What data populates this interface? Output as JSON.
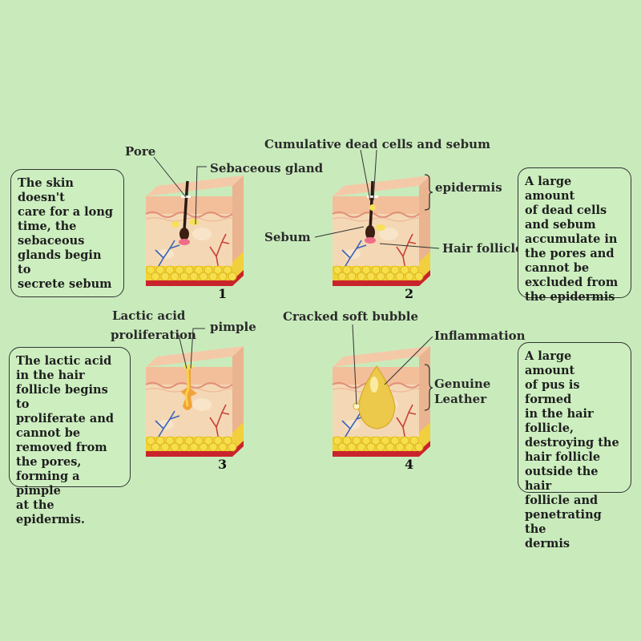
{
  "colors": {
    "background": "#c9ebbc",
    "skin_top": "#f2bf9a",
    "skin_side": "#f4d8b5",
    "fat": "#f3d233",
    "dermis_base": "#c9242c",
    "vessel_red": "#c84136",
    "vessel_blue": "#3a64b8",
    "pus": "#ecc94a"
  },
  "stages": [
    {
      "number": "1",
      "description": "The skin doesn't\ncare for a long\ntime, the\nsebaceous\nglands begin to\nsecrete sebum",
      "labels": {
        "pore": "Pore",
        "sebaceous_gland": "Sebaceous gland"
      }
    },
    {
      "number": "2",
      "description": "A large amount\nof dead cells\nand sebum\naccumulate in\nthe pores and\ncannot be\nexcluded from\nthe epidermis",
      "labels": {
        "cumulative": "Cumulative dead cells and sebum",
        "epidermis": "epidermis",
        "sebum": "Sebum",
        "hair_follicle": "Hair follicle"
      }
    },
    {
      "number": "3",
      "description": "The lactic acid\nin the hair\nfollicle begins to\nproliferate and\ncannot be\nremoved from\nthe pores,\nforming a pimple\nat the epidermis.",
      "labels": {
        "lactic_1": "Lactic acid",
        "lactic_2": "proliferation",
        "pimple": "pimple"
      }
    },
    {
      "number": "4",
      "description": "A large amount\nof pus is formed\nin the hair\nfollicle,\ndestroying the\nhair follicle\noutside the hair\nfollicle and\npenetrating the\ndermis",
      "labels": {
        "cracked": "Cracked soft bubble",
        "inflammation": "Inflammation",
        "genuine_1": "Genuine",
        "genuine_2": "Leather"
      }
    }
  ]
}
